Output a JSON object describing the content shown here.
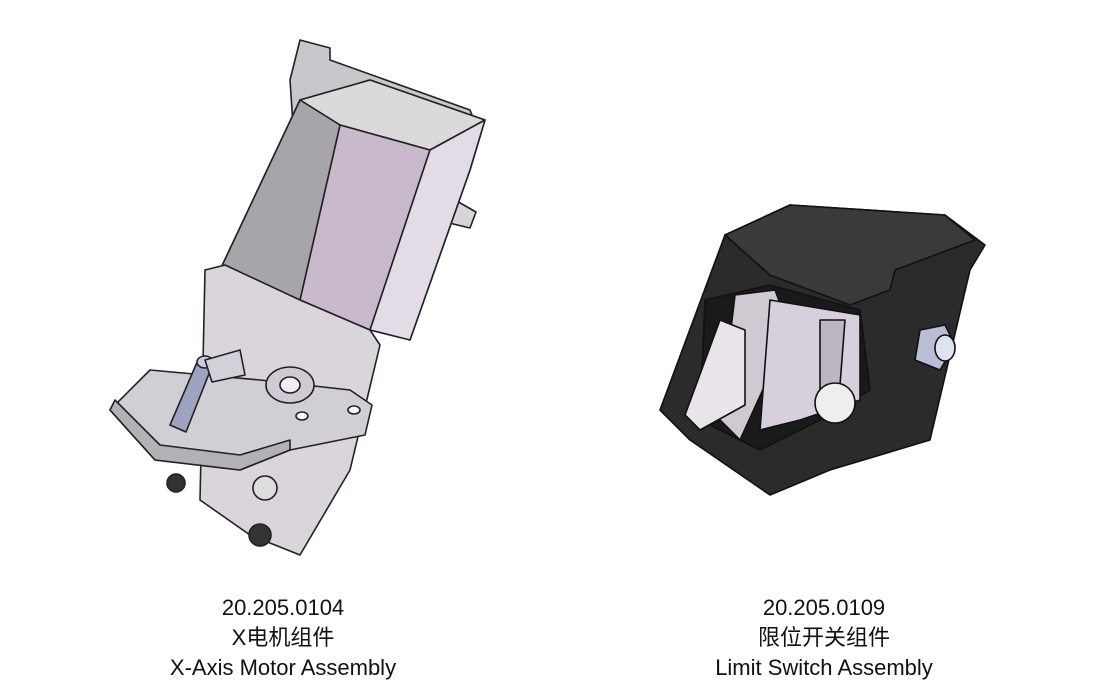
{
  "items": [
    {
      "part_number": "20.205.0104",
      "name_cn": "X电机组件",
      "name_en": "X-Axis Motor Assembly"
    },
    {
      "part_number": "20.205.0109",
      "name_cn": "限位开关组件",
      "name_en": "Limit Switch Assembly"
    }
  ]
}
